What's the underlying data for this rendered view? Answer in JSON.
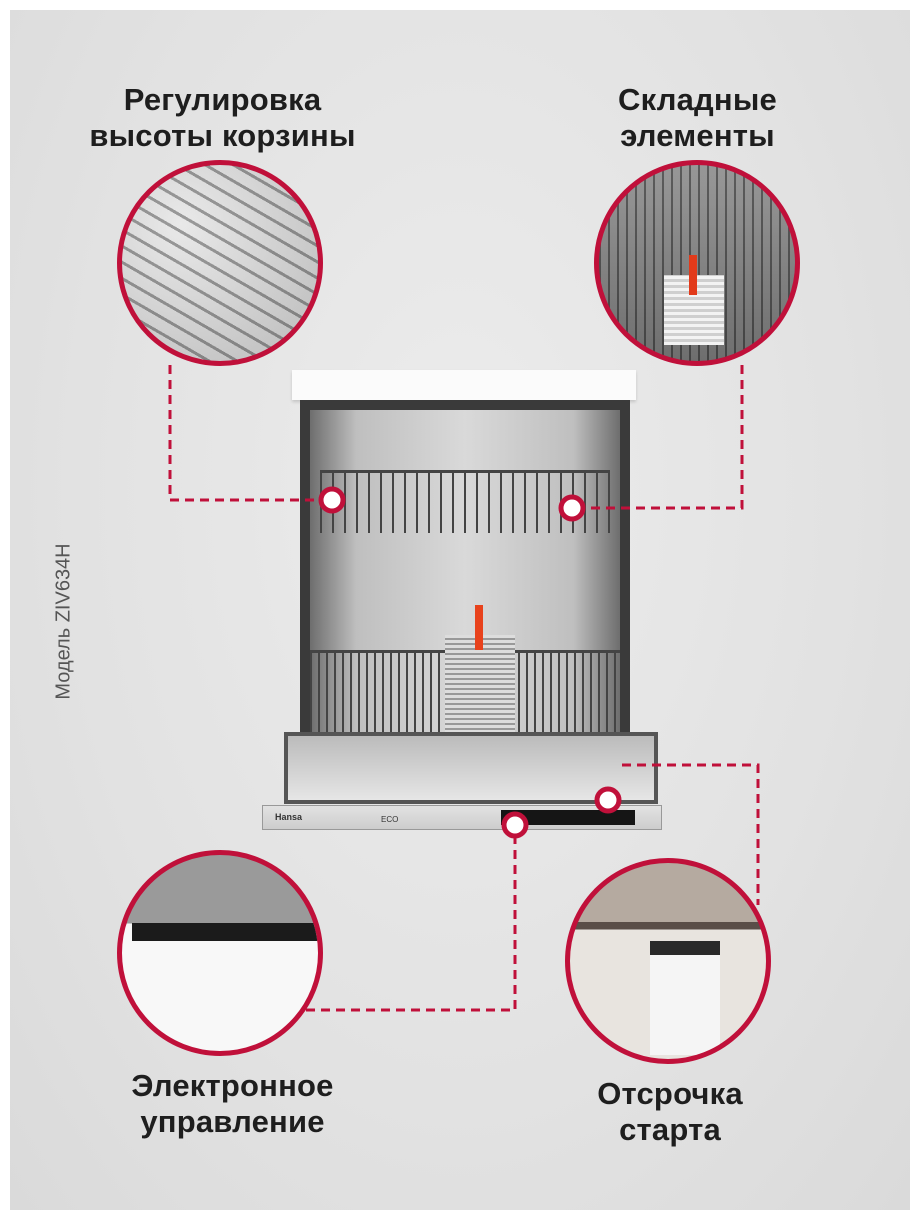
{
  "features": [
    {
      "id": "basket-height",
      "label_line1": "Регулировка",
      "label_line2": "высоты корзины"
    },
    {
      "id": "folding-elements",
      "label_line1": "Складные",
      "label_line2": "элементы"
    },
    {
      "id": "electronic-control",
      "label_line1": "Электронное",
      "label_line2": "управление"
    },
    {
      "id": "delay-start",
      "label_line1": "Отсрочка",
      "label_line2": "старта"
    }
  ],
  "model_label": "Модель ZIV634H",
  "brand": "Hansa",
  "panel_label": "ECO",
  "colors": {
    "accent": "#c0103a",
    "background": "#e4e4e4"
  }
}
